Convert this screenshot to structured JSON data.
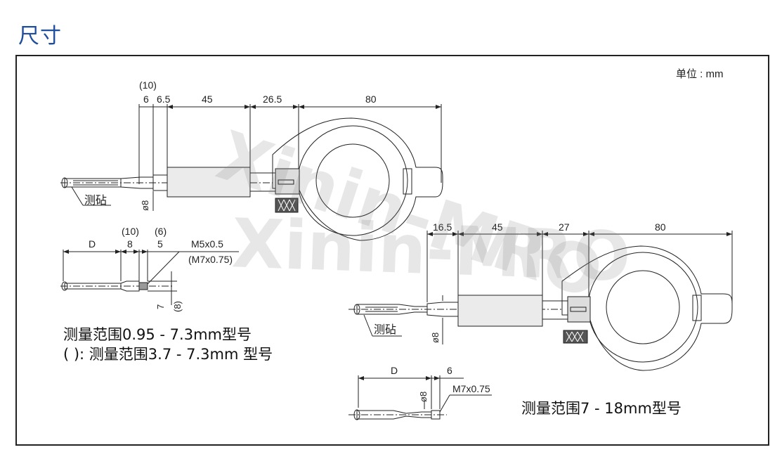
{
  "page": {
    "title": "尺寸"
  },
  "unit_label": "单位 : mm",
  "watermark": [
    "Xinin-MRO",
    "Xinin-MRO"
  ],
  "top_gauge": {
    "dims": [
      "(10)",
      "6",
      "6.5",
      "45",
      "26.5",
      "80"
    ],
    "tip_label": "测砧",
    "dia_label": "ø8"
  },
  "small_gauge_a": {
    "dims": [
      "D",
      "(10)",
      "8",
      "(6)",
      "5"
    ],
    "thread_label": "M5x0.5",
    "thread_label_alt": "(M7x0.75)",
    "side_dims": [
      "7",
      "(8)"
    ]
  },
  "captions": {
    "range_a": "测量范围0.95 - 7.3mm型号",
    "range_b": "( ): 测量范围3.7 - 7.3mm 型号",
    "range_c": "测量范围7 - 18mm型号"
  },
  "right_gauge": {
    "dims": [
      "16.5",
      "45",
      "27",
      "80"
    ],
    "tip_label": "测砧",
    "dia_label": "ø8"
  },
  "small_gauge_b": {
    "dims": [
      "D",
      "6"
    ],
    "dia_label": "ø8",
    "thread_label": "M7x0.75"
  },
  "colors": {
    "title": "#1f4e9e",
    "line": "#222222",
    "body_fill": "#ebebeb"
  }
}
